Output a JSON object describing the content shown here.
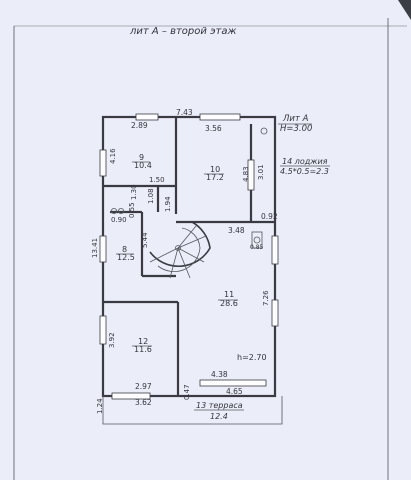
{
  "header": {
    "title": "лит А – второй этаж"
  },
  "block": {
    "name": "Лит А",
    "height": "H=3.00"
  },
  "overall": {
    "top_width": "7.43",
    "left_height": "13.41",
    "side_bottom": "1.24"
  },
  "rooms": {
    "r9": {
      "num": "9",
      "area": "10.4",
      "top": "2.89",
      "side": "4.16"
    },
    "r10": {
      "num": "10",
      "area": "17.2",
      "top": "3.56",
      "side": "4.83",
      "right_side": "3.01",
      "bottom": "0.92"
    },
    "r8": {
      "num": "8",
      "area": "12.5",
      "side": "5.44"
    },
    "r11": {
      "num": "11",
      "area": "28.6",
      "top": "3.48",
      "side": "7.26",
      "bottom": "4.38",
      "height": "h=2.70"
    },
    "r12": {
      "num": "12",
      "area": "11.6",
      "side": "3.92",
      "top_inner": "2.97",
      "bottom": "3.62"
    },
    "r14": {
      "label": "14 лоджия",
      "calc": "4.5*0.5=2.3"
    },
    "r13": {
      "label": "13 терраса",
      "area": "12.4",
      "width": "4.65",
      "depth": "0.47"
    }
  },
  "small": {
    "d150": "1.50",
    "d108": "1.08",
    "d194": "1.94",
    "d130": "1.30",
    "d090": "0.90",
    "d055": "0.55",
    "d085": "0.85"
  },
  "colors": {
    "paper": "#eef0fa",
    "ink": "#34353d",
    "backdrop": "#3b3e44"
  },
  "icons": {
    "stair": "spiral-stair-icon",
    "plumbing": "boiler-icon",
    "sink": "sink-icon"
  }
}
